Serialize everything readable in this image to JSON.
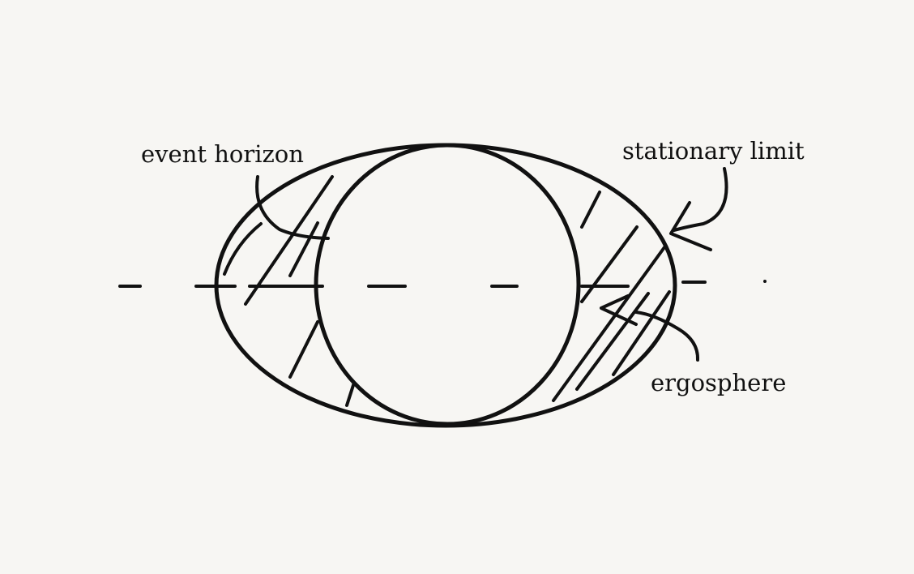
{
  "labels": {
    "event_horizon": "event horizon",
    "stationary_limit": "stationary limit",
    "ergosphere": "ergosphere"
  },
  "colors": {
    "ink": "#111111",
    "paper": "#f7f6f3"
  }
}
